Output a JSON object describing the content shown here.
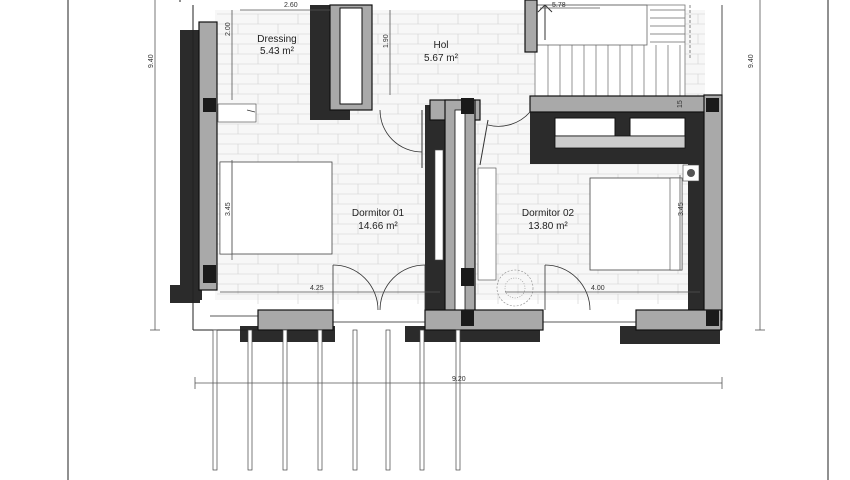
{
  "rooms": [
    {
      "name": "Dressing",
      "area": "5.43 m²"
    },
    {
      "name": "Hol",
      "area": "5.67 m²"
    },
    {
      "name": "Dormitor 01",
      "area": "14.66 m²"
    },
    {
      "name": "Dormitor 02",
      "area": "13.80 m²"
    }
  ],
  "dimensions": {
    "dressing_width": "2.60",
    "dressing_height": "2.00",
    "stair_width": "5.78",
    "hol_height": "1.90",
    "overall_height_left": "9.40",
    "overall_height_right": "9.40",
    "dorm1_height": "3.45",
    "dorm2_height": "3.45",
    "dorm1_width": "4.25",
    "dorm2_width": "4.00",
    "overall_width": "9.20",
    "wall_small": "15"
  }
}
